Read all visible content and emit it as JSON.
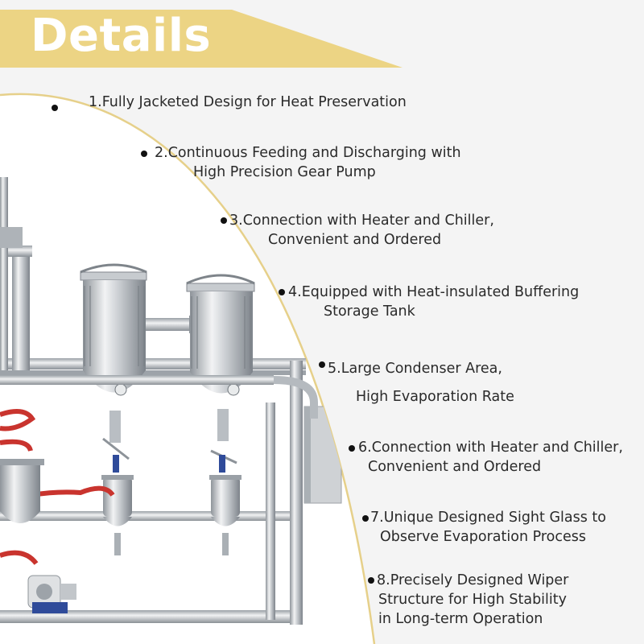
{
  "header": {
    "title": "Details",
    "banner_color": "#ecd484"
  },
  "features": [
    {
      "lines": [
        "1.Fully Jacketed Design for Heat Preservation"
      ]
    },
    {
      "lines": [
        "2.Continuous Feeding and Discharging with",
        "High Precision Gear Pump"
      ]
    },
    {
      "lines": [
        "3.Connection with Heater and Chiller,",
        "Convenient and Ordered"
      ]
    },
    {
      "lines": [
        "4.Equipped with Heat-insulated Buffering",
        "Storage Tank"
      ]
    },
    {
      "lines": [
        "5.Large Condenser Area,",
        "High Evaporation Rate"
      ]
    },
    {
      "lines": [
        "6.Connection with Heater and Chiller,",
        "Convenient and Ordered"
      ]
    },
    {
      "lines": [
        "7.Unique Designed Sight Glass to",
        "Observe Evaporation Process"
      ]
    },
    {
      "lines": [
        "8.Precisely Designed Wiper",
        "Structure for High Stability",
        "in Long-term Operation"
      ]
    }
  ],
  "colors": {
    "background": "#f4f4f4",
    "arc": "#e6d08a",
    "text": "#2a2a2a",
    "steel": "#c9ccd0"
  }
}
